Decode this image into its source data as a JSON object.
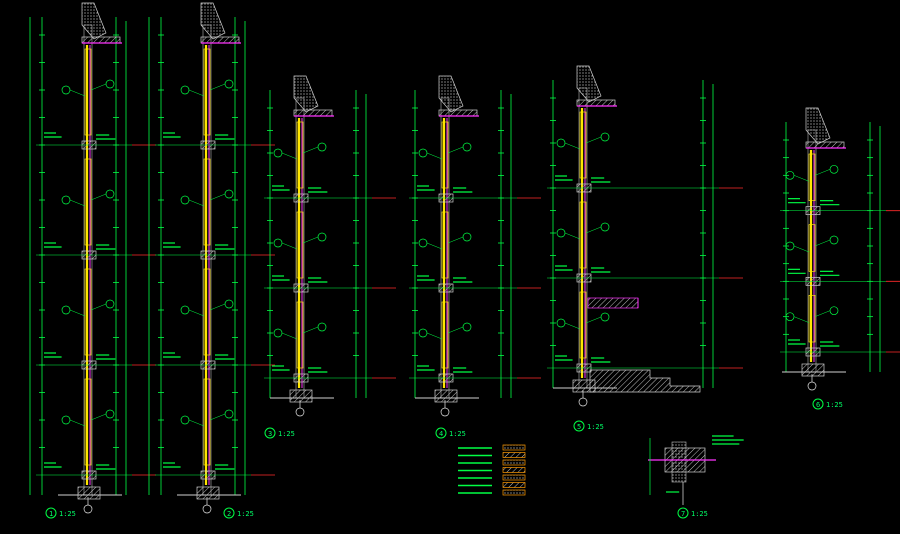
{
  "drawing": {
    "background": "#000000",
    "colors": {
      "dim_green": "#00ff44",
      "axis_white": "#e8e8e8",
      "level_red": "#ff2a2a",
      "glass_yellow": "#ffe600",
      "wall_magenta": "#ff33ff",
      "masonry_gray": "#9a9a9a",
      "hatch_gray": "#cfcfcf",
      "cyan": "#39d0ff",
      "orange": "#ff9a00"
    },
    "sections": [
      {
        "id": "s1",
        "label": "1",
        "scale": "1:25"
      },
      {
        "id": "s2",
        "label": "2",
        "scale": "1:25"
      },
      {
        "id": "s3",
        "label": "3",
        "scale": "1:25"
      },
      {
        "id": "s4",
        "label": "4",
        "scale": "1:25"
      },
      {
        "id": "s5",
        "label": "5",
        "scale": "1:25"
      },
      {
        "id": "s6",
        "label": "6",
        "scale": "1:25"
      },
      {
        "id": "s7",
        "label": "7",
        "scale": "1:25"
      }
    ],
    "legend_icon": "material-hatch-legend"
  }
}
